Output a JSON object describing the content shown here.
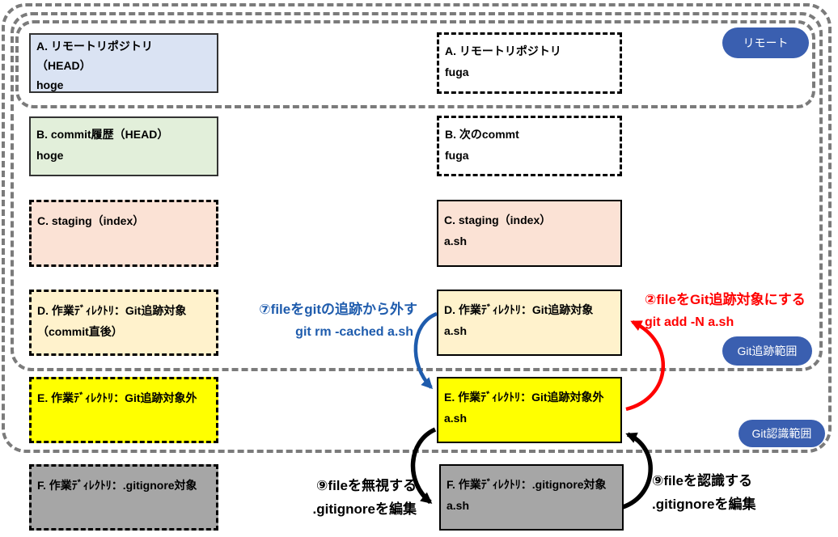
{
  "regions": {
    "recognition": {
      "label": "Git認識範囲"
    },
    "tracking": {
      "label": "Git追跡範囲"
    },
    "remote": {
      "label": "リモート"
    }
  },
  "colors": {
    "pill_blue": "#3a5fb0",
    "region_border_gray": "#7b7b7b",
    "arrow_red": "#ff0000",
    "arrow_blue": "#1f5cad",
    "arrow_black": "#000000",
    "box_a_blue": "#dae3f3",
    "box_b_green": "#e2efda",
    "box_c_pink": "#fbe2d5",
    "box_d_cream": "#fff2cc",
    "box_e_yellow": "#ffff00",
    "box_f_gray": "#a6a6a6",
    "box_white": "#ffffff"
  },
  "boxes": {
    "left": [
      {
        "id": "A",
        "lines": [
          "A. リモートリポジトリ",
          "（HEAD）",
          "hoge"
        ]
      },
      {
        "id": "B",
        "lines": [
          "B. commit履歴（HEAD）",
          "hoge"
        ]
      },
      {
        "id": "C",
        "lines": [
          "C. staging（index）"
        ]
      },
      {
        "id": "D",
        "lines": [
          "D. 作業ﾃﾞｨﾚｸﾄﾘ：Git追跡対象",
          "（commit直後）"
        ]
      },
      {
        "id": "E",
        "lines": [
          "E. 作業ﾃﾞｨﾚｸﾄﾘ：Git追跡対象外"
        ]
      },
      {
        "id": "F",
        "lines": [
          "F. 作業ﾃﾞｨﾚｸﾄﾘ：.gitignore対象"
        ]
      }
    ],
    "right": [
      {
        "id": "A",
        "lines": [
          "A. リモートリポジトリ",
          "fuga"
        ]
      },
      {
        "id": "B",
        "lines": [
          "B. 次のcommt",
          "fuga"
        ]
      },
      {
        "id": "C",
        "lines": [
          "C. staging（index）",
          "a.sh"
        ]
      },
      {
        "id": "D",
        "lines": [
          "D. 作業ﾃﾞｨﾚｸﾄﾘ：Git追跡対象",
          "a.sh"
        ]
      },
      {
        "id": "E",
        "lines": [
          "E. 作業ﾃﾞｨﾚｸﾄﾘ：Git追跡対象外",
          "a.sh"
        ]
      },
      {
        "id": "F",
        "lines": [
          "F. 作業ﾃﾞｨﾚｸﾄﾘ：.gitignore対象",
          "a.sh"
        ]
      }
    ]
  },
  "annotations": {
    "untrack": {
      "line1": "⑦fileをgitの追跡から外す",
      "line2": "git rm -cached a.sh"
    },
    "track": {
      "line1": "②fileをGit追跡対象にする",
      "line2": "git add -N a.sh"
    },
    "ignore": {
      "line1": "⑨fileを無視する",
      "line2": ".gitignoreを編集"
    },
    "recognize": {
      "line1": "⑨fileを認識する",
      "line2": ".gitignoreを編集"
    }
  }
}
